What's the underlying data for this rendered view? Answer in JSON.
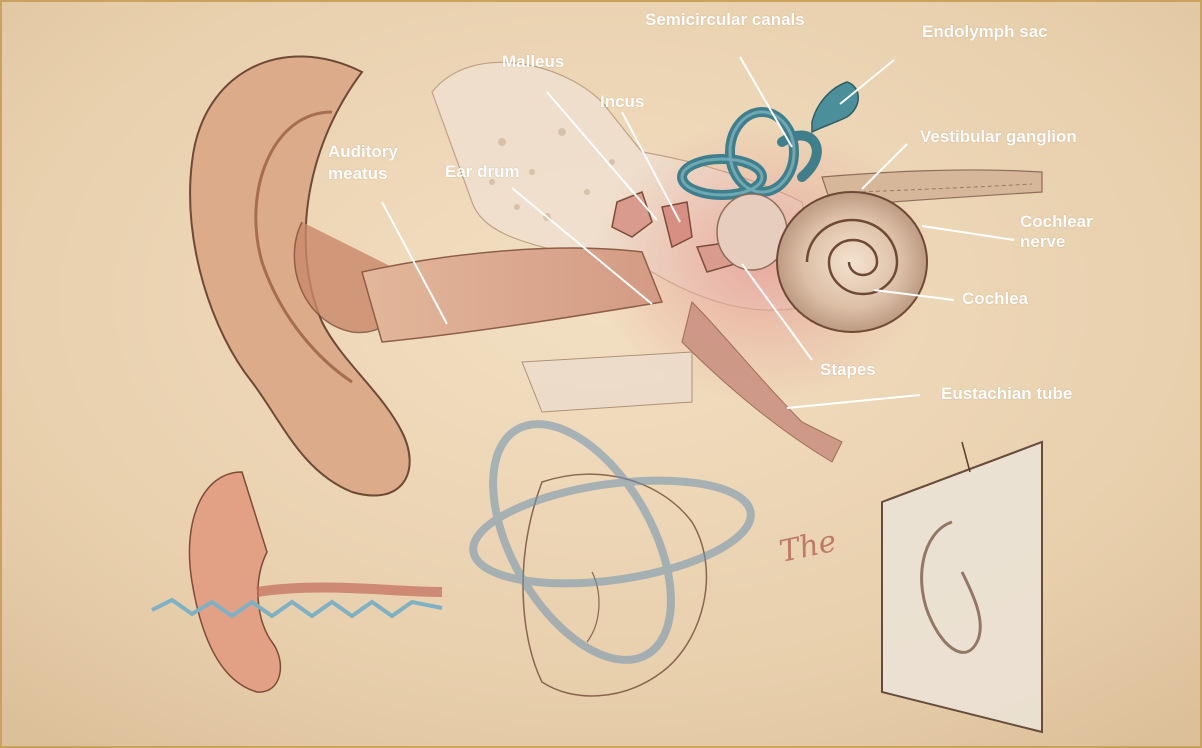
{
  "labels": {
    "auditory_meatus": "Auditory meatus",
    "ear_drum": "Ear drum",
    "malleus": "Malleus",
    "incus": "Incus",
    "semicircular_canals": "Semicircular canals",
    "endolymph_sac": "Endolymph sac",
    "vestibular_ganglion": "Vestibular ganglion",
    "cochlear_nerve": "Cochlear nerve",
    "cochlea": "Cochlea",
    "stapes": "Stapes",
    "eustachian_tube": "Eustachian tube"
  },
  "sketch_text": "The",
  "colors": {
    "parchment": "#ead2b0",
    "frame": "#c9a35e",
    "skin": "#d8a987",
    "skin_dark": "#b8745a",
    "canal_blue": "#3f7f8c",
    "label": "#ffffff"
  }
}
